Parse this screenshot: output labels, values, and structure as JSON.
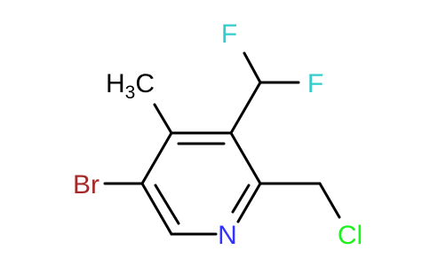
{
  "molecule": {
    "atoms": {
      "f1": "F",
      "f2": "F",
      "h3_h": "H",
      "h3_sub": "3",
      "h3_c": "C",
      "br": "Br",
      "n": "N",
      "cl": "Cl"
    },
    "colors": {
      "bond": "#000000",
      "F": "#33CCCC",
      "Br": "#A62929",
      "N": "#3333FF",
      "Cl": "#1FF01F",
      "C": "#000000"
    }
  }
}
